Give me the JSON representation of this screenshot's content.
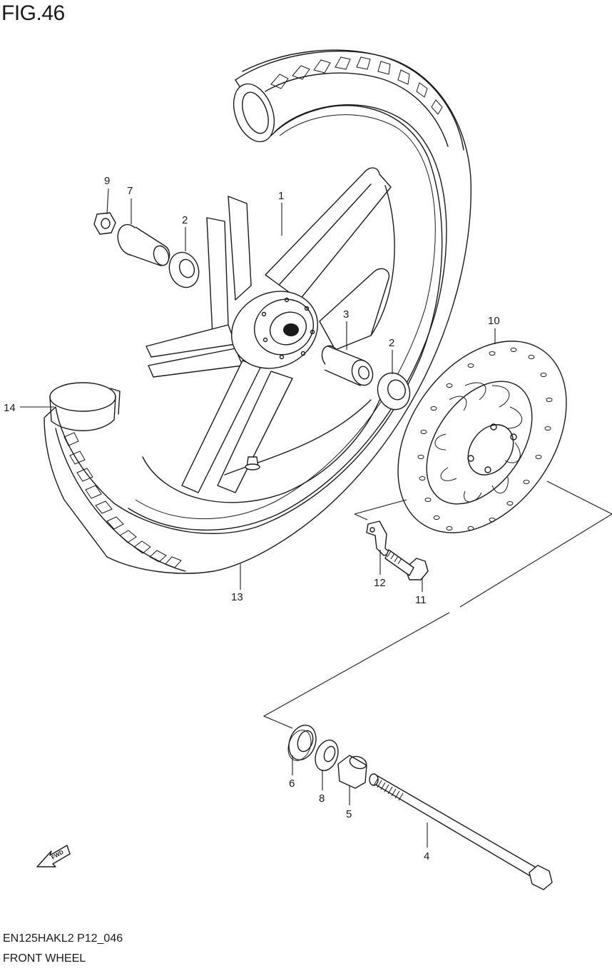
{
  "figure": {
    "title": "FIG.46",
    "code": "EN125HAKL2 P12_046",
    "name": "FRONT WHEEL"
  },
  "callouts": {
    "c1": "1",
    "c2a": "2",
    "c2b": "2",
    "c3": "3",
    "c4": "4",
    "c5": "5",
    "c6": "6",
    "c7": "7",
    "c8": "8",
    "c9": "9",
    "c10": "10",
    "c11": "11",
    "c12": "12",
    "c13": "13",
    "c14": "14"
  },
  "fwd_badge": "FWD",
  "icons": {
    "fwd": "forward-arrow-icon"
  }
}
